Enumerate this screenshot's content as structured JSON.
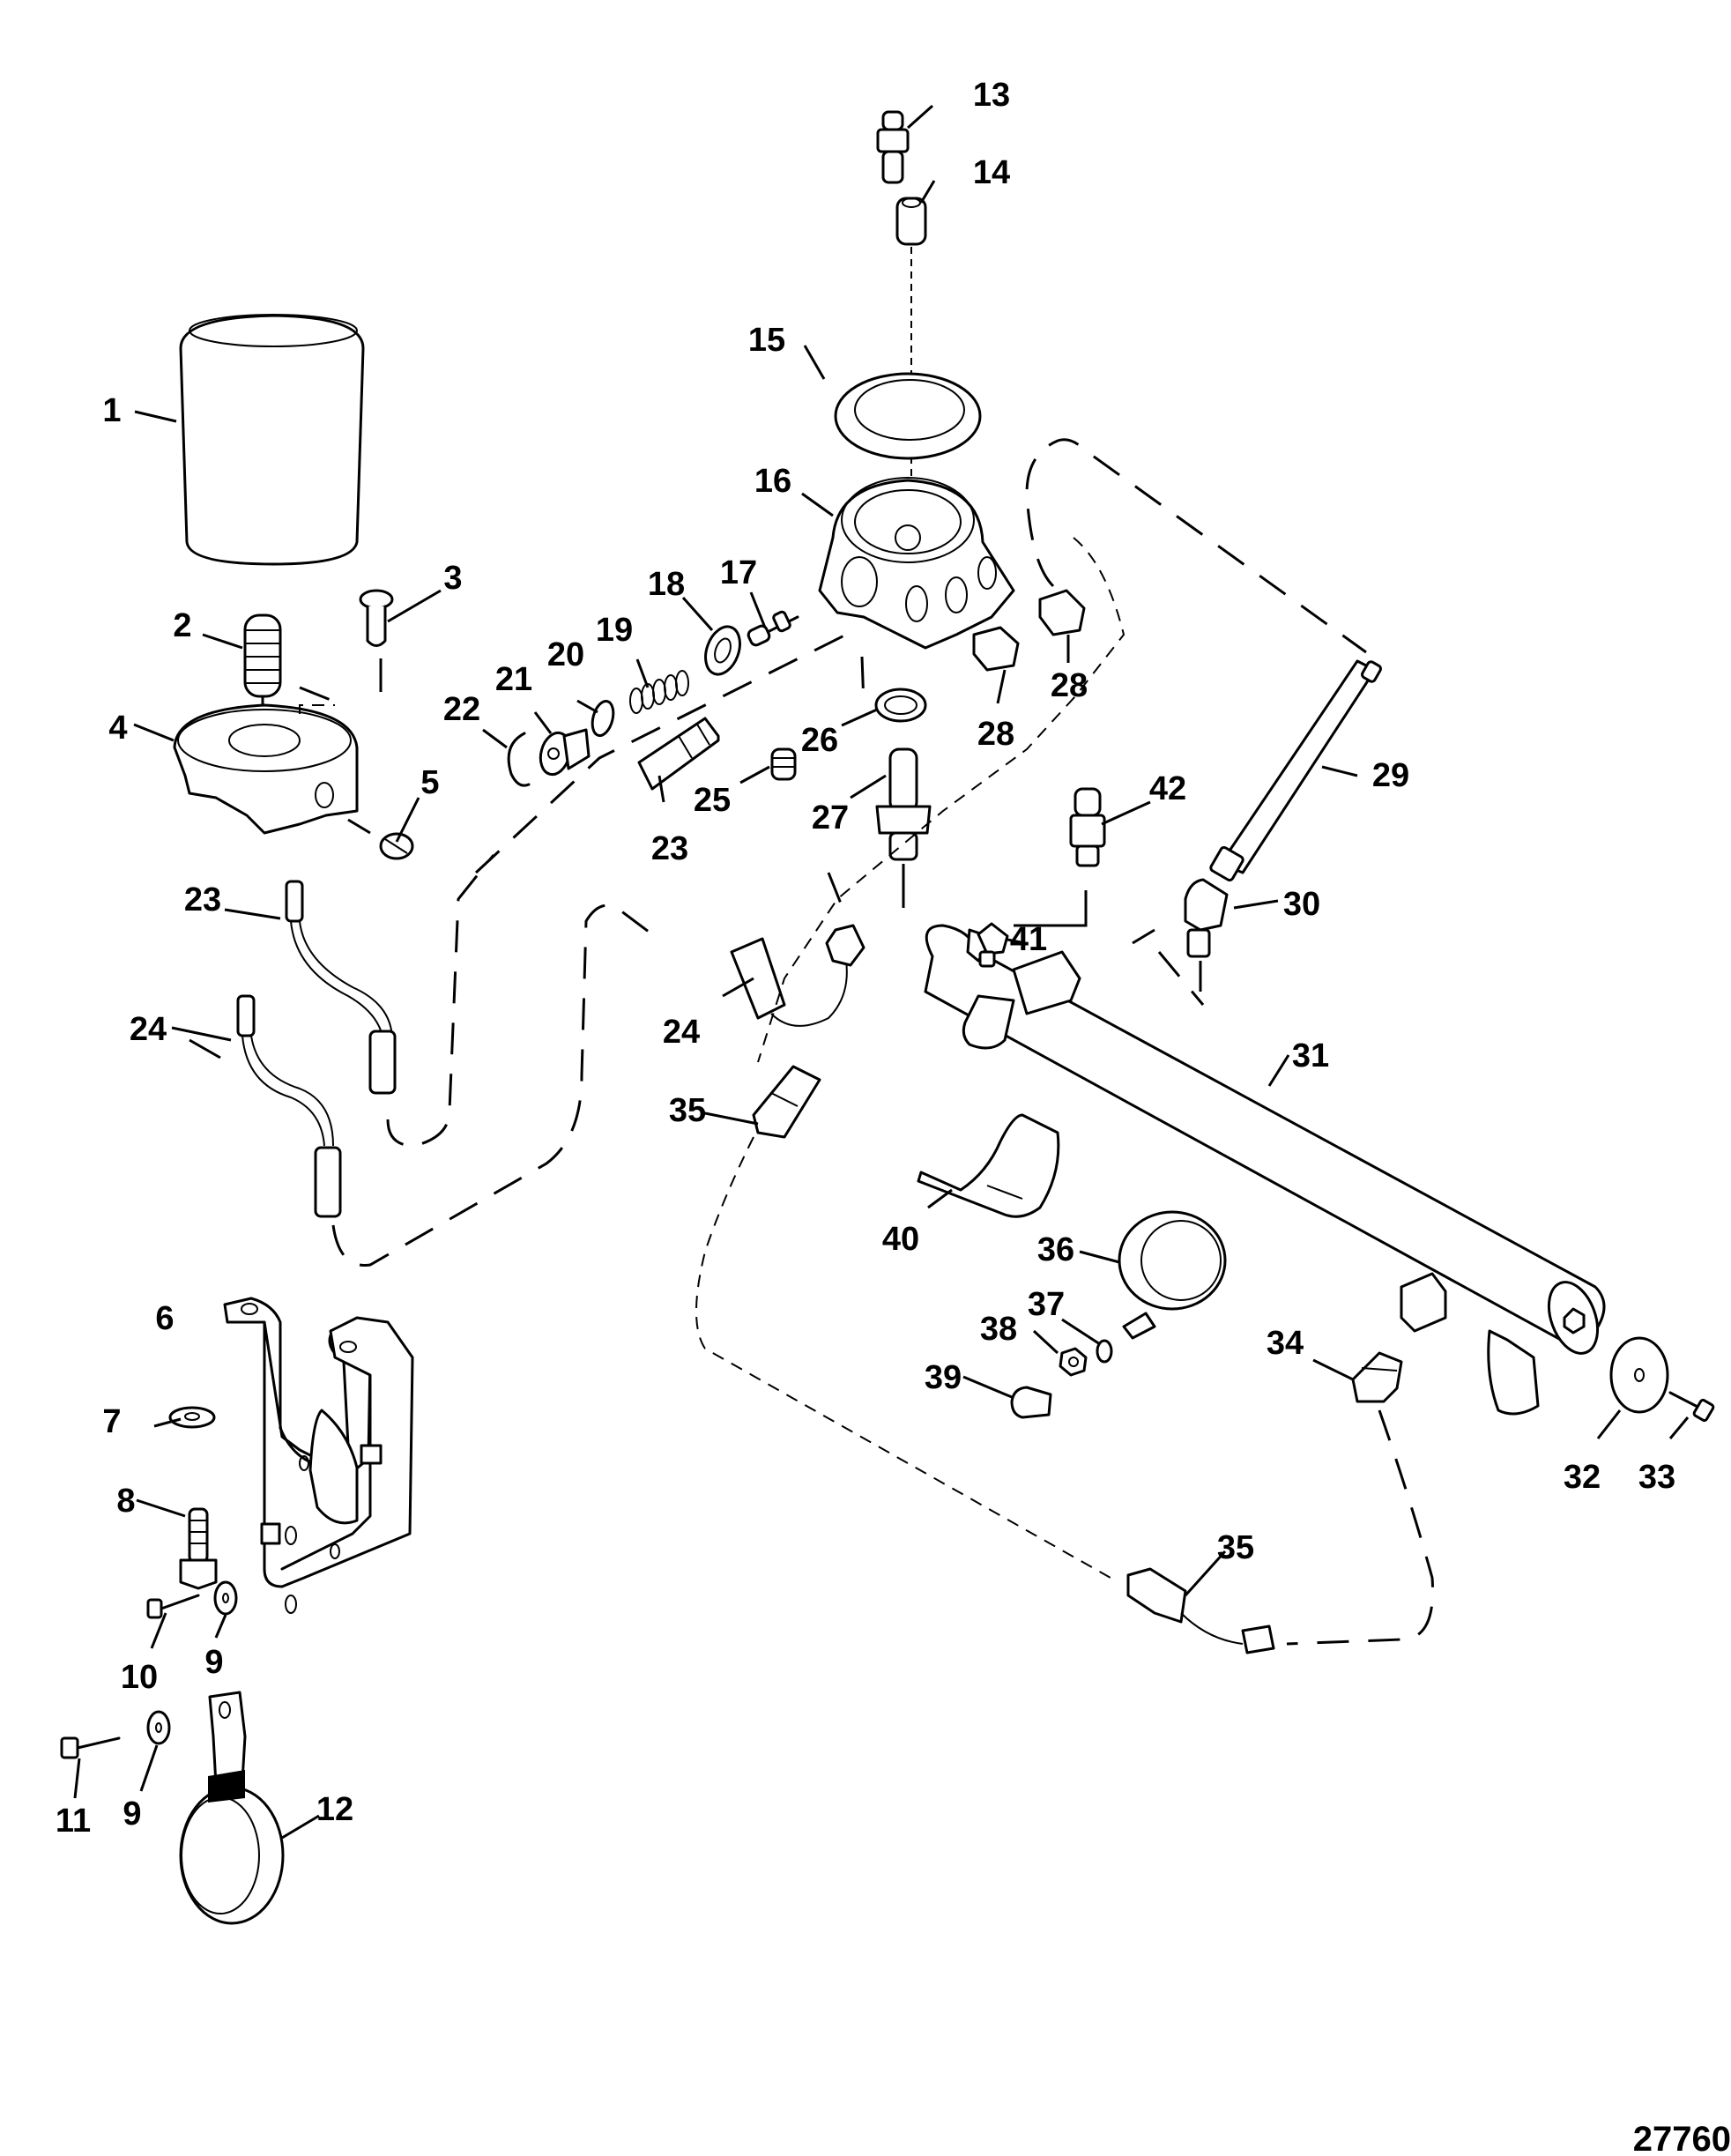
{
  "diagram": {
    "type": "exploded-parts-diagram",
    "figure_number": "27760",
    "callouts": [
      {
        "id": "c1",
        "label": "1"
      },
      {
        "id": "c2",
        "label": "2"
      },
      {
        "id": "c3",
        "label": "3"
      },
      {
        "id": "c4",
        "label": "4"
      },
      {
        "id": "c5",
        "label": "5"
      },
      {
        "id": "c6",
        "label": "6"
      },
      {
        "id": "c7",
        "label": "7"
      },
      {
        "id": "c8",
        "label": "8"
      },
      {
        "id": "c9a",
        "label": "9"
      },
      {
        "id": "c9b",
        "label": "9"
      },
      {
        "id": "c10",
        "label": "10"
      },
      {
        "id": "c11",
        "label": "11"
      },
      {
        "id": "c12",
        "label": "12"
      },
      {
        "id": "c13",
        "label": "13"
      },
      {
        "id": "c14",
        "label": "14"
      },
      {
        "id": "c15",
        "label": "15"
      },
      {
        "id": "c16",
        "label": "16"
      },
      {
        "id": "c17",
        "label": "17"
      },
      {
        "id": "c18",
        "label": "18"
      },
      {
        "id": "c19",
        "label": "19"
      },
      {
        "id": "c20",
        "label": "20"
      },
      {
        "id": "c21",
        "label": "21"
      },
      {
        "id": "c22",
        "label": "22"
      },
      {
        "id": "c23a",
        "label": "23"
      },
      {
        "id": "c23b",
        "label": "23"
      },
      {
        "id": "c24a",
        "label": "24"
      },
      {
        "id": "c24b",
        "label": "24"
      },
      {
        "id": "c25",
        "label": "25"
      },
      {
        "id": "c26",
        "label": "26"
      },
      {
        "id": "c27",
        "label": "27"
      },
      {
        "id": "c28a",
        "label": "28"
      },
      {
        "id": "c28b",
        "label": "28"
      },
      {
        "id": "c29",
        "label": "29"
      },
      {
        "id": "c30",
        "label": "30"
      },
      {
        "id": "c31",
        "label": "31"
      },
      {
        "id": "c32",
        "label": "32"
      },
      {
        "id": "c33",
        "label": "33"
      },
      {
        "id": "c34",
        "label": "34"
      },
      {
        "id": "c35a",
        "label": "35"
      },
      {
        "id": "c35b",
        "label": "35"
      },
      {
        "id": "c36",
        "label": "36"
      },
      {
        "id": "c37",
        "label": "37"
      },
      {
        "id": "c38",
        "label": "38"
      },
      {
        "id": "c39",
        "label": "39"
      },
      {
        "id": "c40",
        "label": "40"
      },
      {
        "id": "c41",
        "label": "41"
      },
      {
        "id": "c42",
        "label": "42"
      }
    ]
  }
}
